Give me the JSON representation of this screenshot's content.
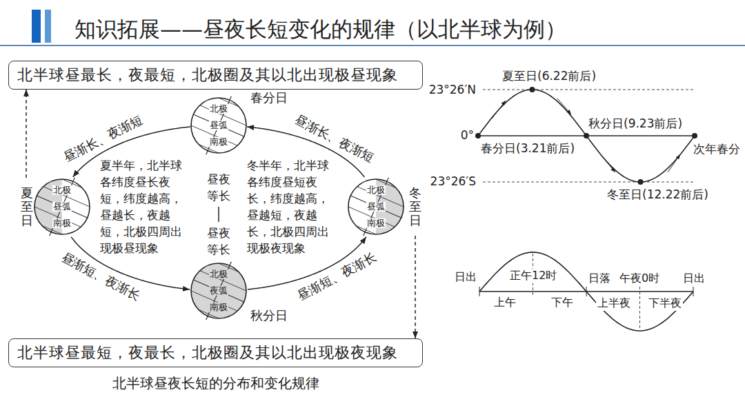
{
  "diagram": {
    "title": "知识拓展——昼夜长短变化的规律（以北半球为例）",
    "caption": "北半球昼夜长短的分布和变化规律",
    "nodes": [
      {
        "text": [
          "北半球昼最长，夜最短，北极圈及其以北出现极昼现象"
        ]
      },
      {
        "text": [
          "春分日",
          "北极",
          "昼弧",
          "南极"
        ]
      },
      {
        "text": [
          "夏至日",
          "北极",
          "昼弧",
          "南极"
        ]
      },
      {
        "text": [
          "冬至日",
          "北极",
          "昼弧",
          "南极"
        ]
      },
      {
        "text": [
          "秋分日",
          "北极",
          "夜弧",
          "南极"
        ]
      },
      {
        "text": [
          "北半球昼最短，夜最长，北极圈及其以北出现极夜现象"
        ]
      }
    ],
    "edges": [
      {
        "from": 1,
        "to": 2,
        "arrow": "to",
        "label": "昼渐长、夜渐短"
      },
      {
        "from": 2,
        "to": 4,
        "arrow": "to",
        "label": "昼渐短、夜渐长"
      },
      {
        "from": 4,
        "to": 3,
        "arrow": "to",
        "label": "昼渐短、夜渐长"
      },
      {
        "from": 3,
        "to": 1,
        "arrow": "to",
        "label": "昼渐长、夜渐短"
      },
      {
        "from": 2,
        "to": 0,
        "arrow": "to"
      },
      {
        "from": 3,
        "to": 5,
        "arrow": "to"
      }
    ],
    "labels": [
      "夏半年，北半球各纬度昼长夜短，纬度越高，昼越长，夜越短，北极四周出现极昼现象",
      "昼夜等长",
      "昼夜等长",
      "冬半年，北半球各纬度昼短夜长，纬度越高，昼越短，夜越长，北极四周出现极夜现象",
      "夏至日(6.22前后)",
      "23°26′N",
      "0°",
      "秋分日(9.23前后)",
      "春分日(3.21前后)",
      "次年春分",
      "23°26′S",
      "冬至日(12.22前后)",
      "日出",
      "正午12时",
      "日落",
      "午夜0时",
      "日出",
      "上午",
      "下午",
      "上半夜",
      "下半夜"
    ]
  }
}
